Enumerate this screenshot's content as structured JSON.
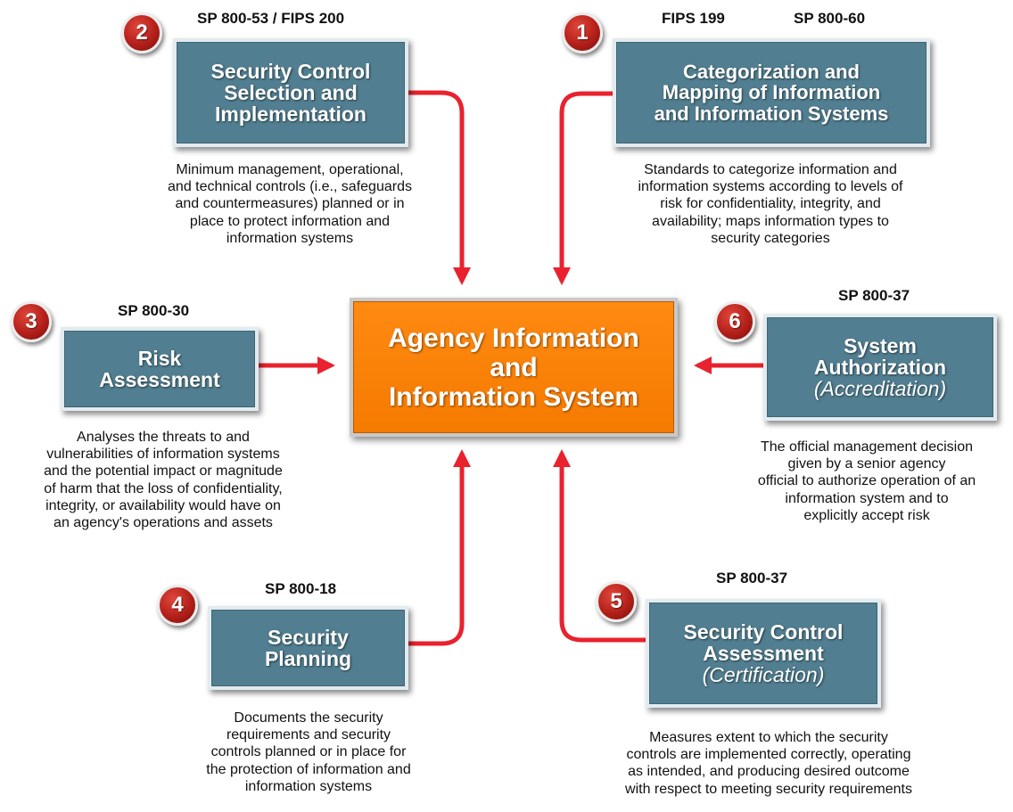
{
  "center": {
    "lines": [
      "Agency Information",
      "and",
      "Information System"
    ]
  },
  "steps": {
    "s1": {
      "number": "1",
      "refs": [
        "FIPS 199",
        "SP 800-60"
      ],
      "title": [
        "Categorization and",
        "Mapping of Information",
        "and Information Systems"
      ],
      "description": [
        "Standards to categorize information and",
        "information systems according to levels of",
        "risk for confidentiality, integrity, and",
        "availability; maps information types to",
        "security categories"
      ]
    },
    "s2": {
      "number": "2",
      "refs": [
        "SP 800-53 / FIPS 200"
      ],
      "title": [
        "Security Control",
        "Selection and",
        "Implementation"
      ],
      "description": [
        "Minimum management, operational,",
        "and technical controls (i.e., safeguards",
        "and countermeasures) planned or in",
        "place to protect information and",
        "information systems"
      ]
    },
    "s3": {
      "number": "3",
      "refs": [
        "SP 800-30"
      ],
      "title": [
        "Risk",
        "Assessment"
      ],
      "description": [
        "Analyses the threats to and",
        "vulnerabilities of information systems",
        "and the potential impact or magnitude",
        "of harm that the loss of confidentiality,",
        "integrity, or availability would have on",
        "an agency's operations and assets"
      ]
    },
    "s4": {
      "number": "4",
      "refs": [
        "SP 800-18"
      ],
      "title": [
        "Security",
        "Planning"
      ],
      "description": [
        "Documents the security",
        "requirements and security",
        "controls planned or in place for",
        "the protection of information and",
        "information systems"
      ]
    },
    "s5": {
      "number": "5",
      "refs": [
        "SP 800-37"
      ],
      "title": [
        "Security Control",
        "Assessment"
      ],
      "subtitle": "(Certification)",
      "description": [
        "Measures extent to which the security",
        "controls are implemented correctly, operating",
        "as intended, and producing desired outcome",
        "with respect to meeting security requirements"
      ]
    },
    "s6": {
      "number": "6",
      "refs": [
        "SP 800-37"
      ],
      "title": [
        "System",
        "Authorization"
      ],
      "subtitle": "(Accreditation)",
      "description": [
        "The official management decision",
        "given by a senior agency",
        "official to authorize operation of an",
        "information system and to",
        "explicitly accept risk"
      ]
    }
  },
  "colors": {
    "box": "#517e90",
    "center": "#f98200",
    "arrow": "#e8222e",
    "badge": "#b3201a"
  }
}
